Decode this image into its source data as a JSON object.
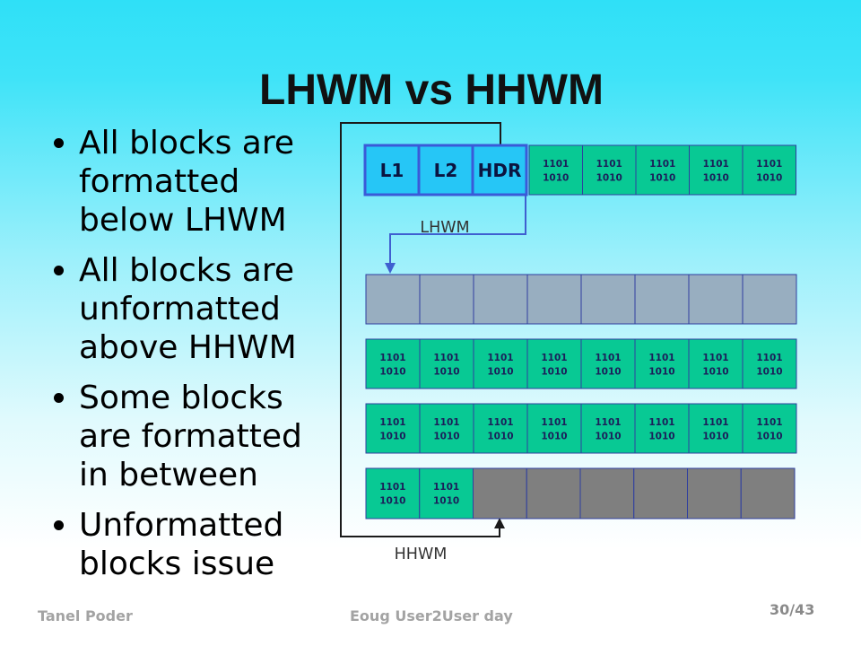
{
  "slide": {
    "title": "LHWM vs HHWM",
    "bullets": [
      "All blocks are formatted below LHWM",
      "All blocks are unformatted above HHWM",
      "Some blocks are formatted in between",
      "Unformatted blocks issue"
    ]
  },
  "diagram": {
    "rows": [
      {
        "blocks": [
          "L1",
          "L2",
          "HDR",
          [
            "1101",
            "1010"
          ],
          [
            "1101",
            "1010"
          ],
          [
            "1101",
            "1010"
          ],
          [
            "1101",
            "1010"
          ],
          [
            "1101",
            "1010"
          ]
        ]
      },
      {
        "blank_fill": "#98aec0",
        "blocks": [
          null,
          null,
          null,
          null,
          null,
          null,
          null,
          null
        ]
      },
      {
        "blocks": [
          [
            "1101",
            "1010"
          ],
          [
            "1101",
            "1010"
          ],
          [
            "1101",
            "1010"
          ],
          [
            "1101",
            "1010"
          ],
          [
            "1101",
            "1010"
          ],
          [
            "1101",
            "1010"
          ],
          [
            "1101",
            "1010"
          ],
          [
            "1101",
            "1010"
          ]
        ]
      },
      {
        "blocks": [
          [
            "1101",
            "1010"
          ],
          [
            "1101",
            "1010"
          ],
          [
            "1101",
            "1010"
          ],
          [
            "1101",
            "1010"
          ],
          [
            "1101",
            "1010"
          ],
          [
            "1101",
            "1010"
          ],
          [
            "1101",
            "1010"
          ],
          [
            "1101",
            "1010"
          ]
        ]
      },
      {
        "blank_fill": "#7f7f7f",
        "blocks": [
          [
            "1101",
            "1010"
          ],
          [
            "1101",
            "1010"
          ],
          null,
          null,
          null,
          null,
          null,
          null
        ]
      }
    ],
    "lhwm_label": "LHWM",
    "hhwm_label": "HHWM"
  },
  "footer": {
    "author": "Tanel Poder",
    "event": "Eoug User2User day",
    "page_number": "30/43"
  },
  "colors": {
    "header_block_fill": "#26c6f6",
    "header_block_border": "#3a5ad8",
    "formatted_block_fill": "#08c994",
    "block_border": "#2f3f9f",
    "hhwm_line": "#1a1a1a",
    "lhwm_line": "#3f5fd0"
  }
}
